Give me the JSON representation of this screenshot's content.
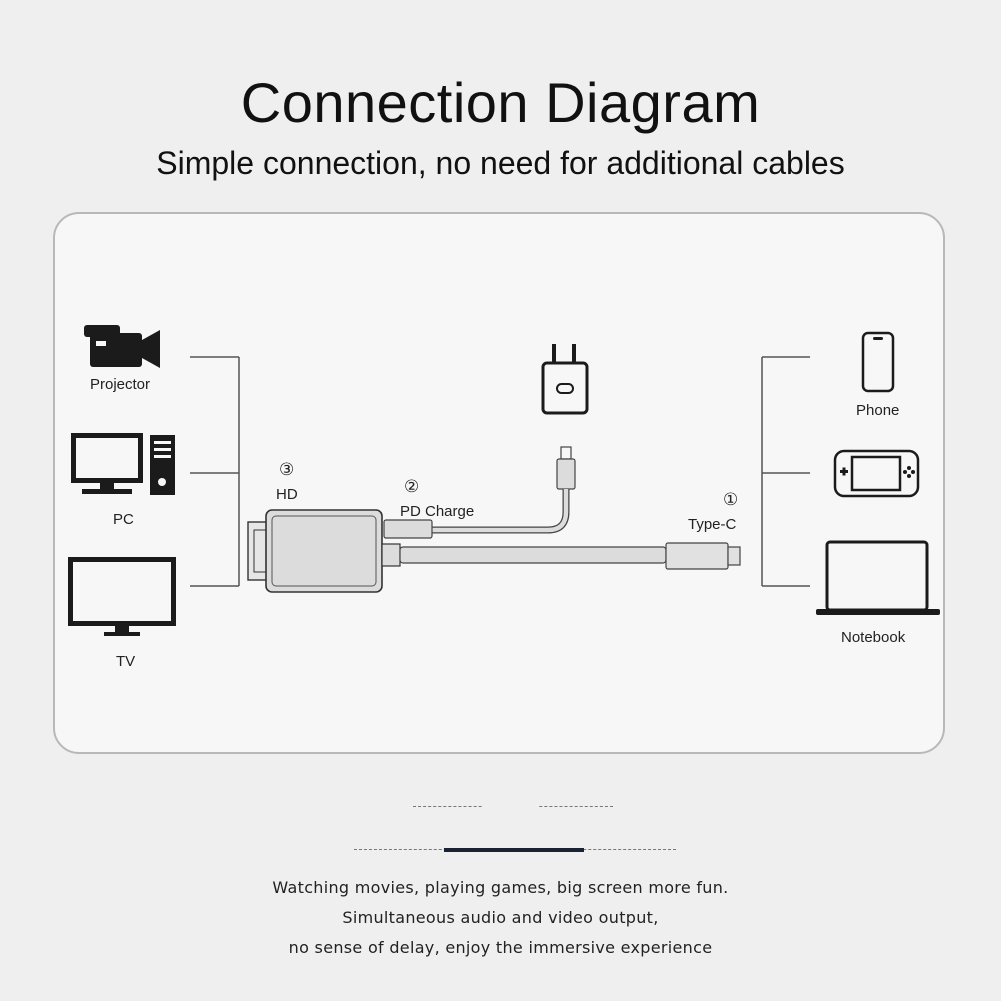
{
  "header": {
    "title": "Connection Diagram",
    "subtitle": "Simple connection, no need for additional cables"
  },
  "left_devices": {
    "projector": "Projector",
    "pc": "PC",
    "tv": "TV"
  },
  "right_devices": {
    "phone": "Phone",
    "notebook": "Notebook"
  },
  "ports": {
    "hdmi_number": "③",
    "hdmi_label": "HD",
    "pd_number": "②",
    "pd_label": "PD Charge",
    "typec_number": "①",
    "typec_label": "Type-C"
  },
  "footer": {
    "line1": "Watching movies, playing games, big screen more fun.",
    "line2": "Simultaneous audio and video output,",
    "line3": "no sense of delay, enjoy the immersive experience"
  },
  "colors": {
    "background": "#efefef",
    "panel": "#f7f7f7",
    "panel_border": "#b8b8b8",
    "icon": "#1b1b1b",
    "cable": "#d9d9d9"
  }
}
